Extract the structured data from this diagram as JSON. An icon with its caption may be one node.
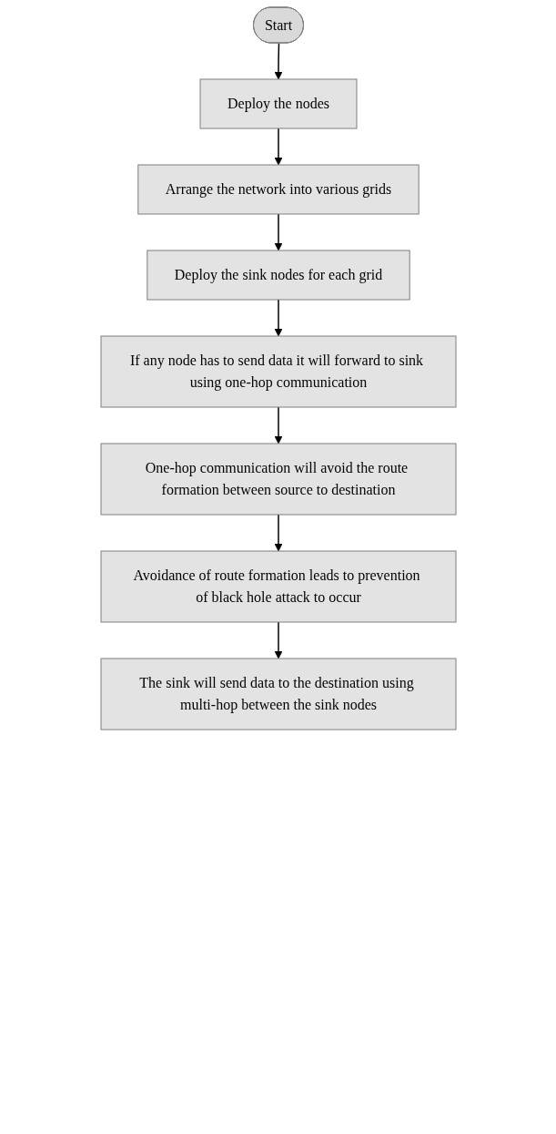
{
  "diagram": {
    "nodes": [
      {
        "text": [
          "Start"
        ]
      },
      {
        "text": [
          "Deploy the nodes"
        ]
      },
      {
        "text": [
          "Arrange the network into various grids"
        ]
      },
      {
        "text": [
          "Deploy the sink nodes for each grid"
        ]
      },
      {
        "text": [
          "If any node has to send data it will forward to sink using one-hop communication"
        ]
      },
      {
        "text": [
          "One-hop communication will avoid the route formation between source to destination"
        ]
      },
      {
        "text": [
          "Avoidance of route formation leads to prevention of black hole attack to occur"
        ]
      },
      {
        "text": [
          "The sink will send data to the destination using multi-hop between the sink nodes"
        ]
      }
    ],
    "edges": [
      {
        "from": 0,
        "to": 1,
        "arrow": "to"
      },
      {
        "from": 1,
        "to": 2,
        "arrow": "to"
      },
      {
        "from": 2,
        "to": 3,
        "arrow": "to"
      },
      {
        "from": 3,
        "to": 4,
        "arrow": "to"
      },
      {
        "from": 4,
        "to": 5,
        "arrow": "to"
      },
      {
        "from": 5,
        "to": 6,
        "arrow": "to"
      },
      {
        "from": 6,
        "to": 7,
        "arrow": "to"
      }
    ]
  }
}
